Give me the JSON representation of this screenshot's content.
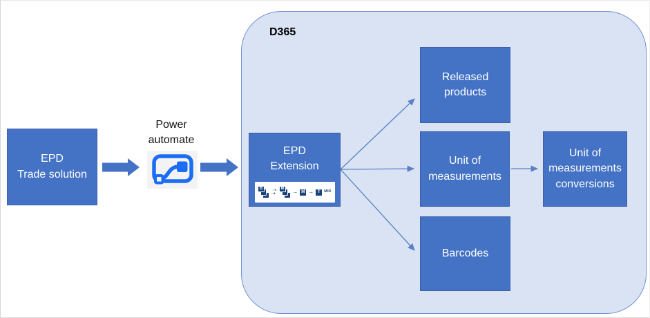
{
  "diagram": {
    "nodes": {
      "epd_trade": {
        "line1": "EPD",
        "line2": "Trade solution"
      },
      "power_automate": {
        "line1": "Power",
        "line2": "automate"
      },
      "d365_container": {
        "label": "D365"
      },
      "epd_extension": {
        "line1": "EPD",
        "line2": "Extension"
      },
      "released_products": {
        "line1": "Released",
        "line2": "products"
      },
      "unit_of_measurements": {
        "line1": "Unit of",
        "line2": "measurements"
      },
      "unit_of_measurements_conversions": {
        "line1": "Unit of",
        "line2": "measurements",
        "line3": "conversions"
      },
      "barcodes": {
        "label": "Barcodes"
      }
    },
    "epd_logo": {
      "stack1_letter": "B",
      "stack2_letter": "M",
      "box1_letter": "M",
      "box2_letter": "T",
      "suffix": "MIX",
      "dashed_arrow_glyph": "⇢",
      "arrow_glyph": "→"
    },
    "colors": {
      "node_fill": "#4472c4",
      "node_border": "#3b5ea9",
      "container_fill": "#dae3f3",
      "container_border": "#7191cf",
      "connector": "#5b80c4",
      "block_arrow": "#4472c4",
      "power_automate_blue": "#1b6ef3",
      "logo_navy": "#17427b",
      "node_text": "#ffffff",
      "label_text": "#000000"
    }
  }
}
